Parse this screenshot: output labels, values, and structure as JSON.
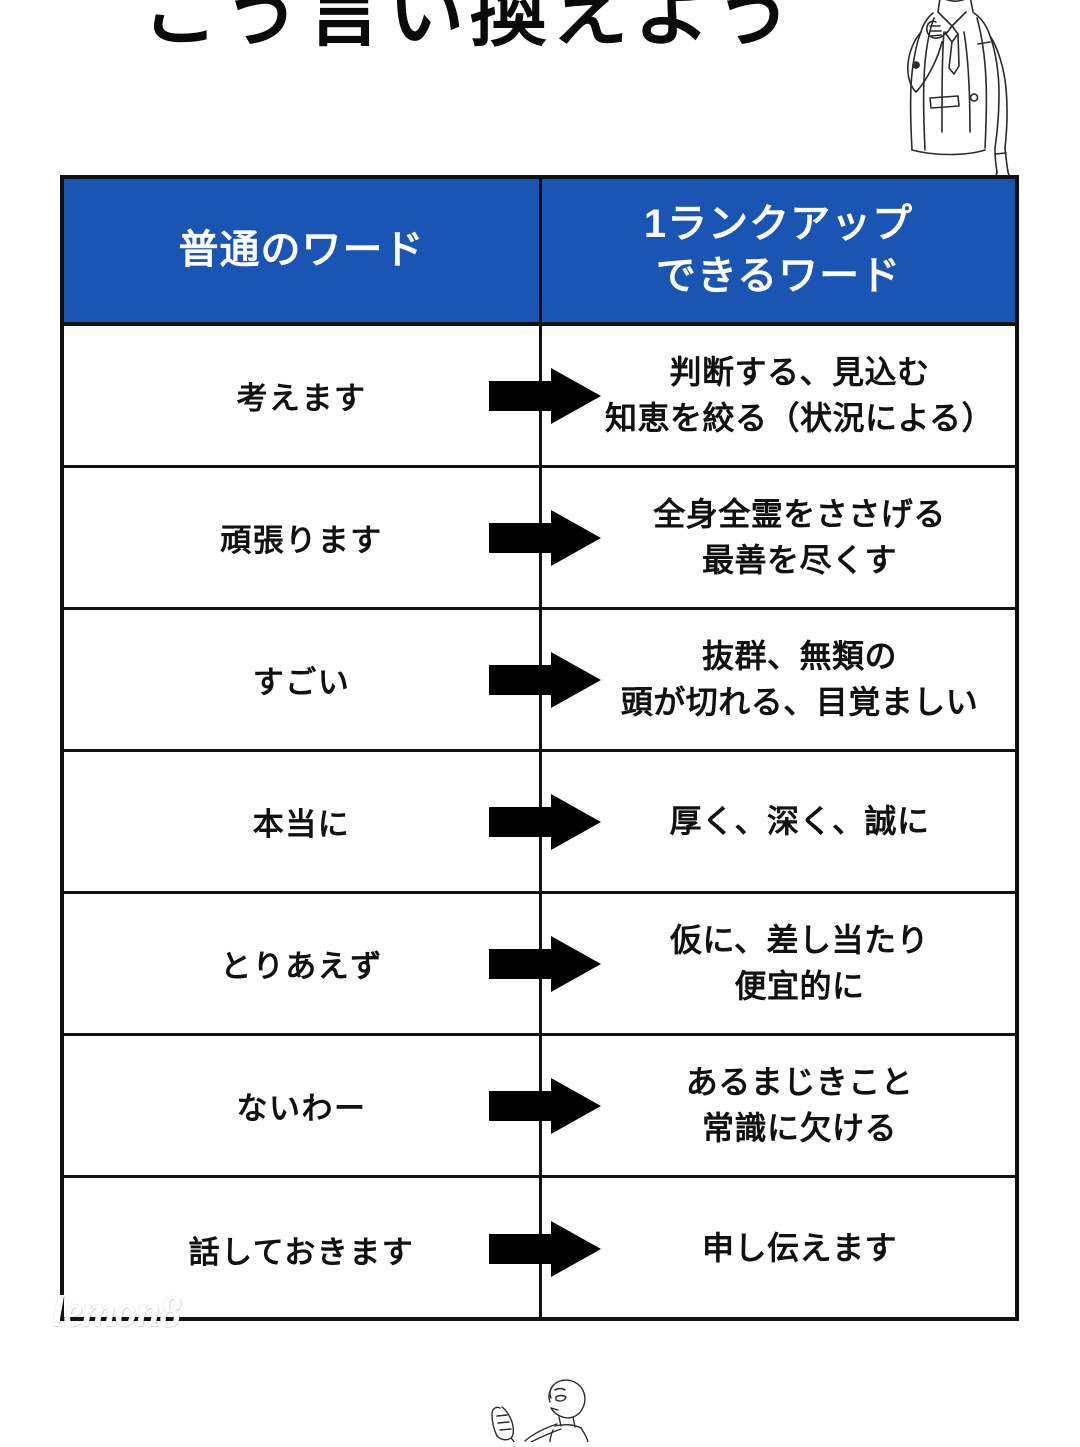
{
  "title": "こう言い換えよう",
  "table": {
    "columns": [
      {
        "label": "普通のワード"
      },
      {
        "label": "1ランクアップ\nできるワード"
      }
    ],
    "arrow_icon": "right-arrow-icon",
    "rows": [
      {
        "plain": "考えます",
        "upgraded": "判断する、見込む\n知恵を絞る（状況による）"
      },
      {
        "plain": "頑張ります",
        "upgraded": "全身全霊をささげる\n最善を尽くす"
      },
      {
        "plain": "すごい",
        "upgraded": "抜群、無類の\n頭が切れる、目覚ましい"
      },
      {
        "plain": "本当に",
        "upgraded": "厚く、深く、誠に"
      },
      {
        "plain": "とりあえず",
        "upgraded": "仮に、差し当たり\n便宜的に"
      },
      {
        "plain": "ないわー",
        "upgraded": "あるまじきこと\n常識に欠ける"
      },
      {
        "plain": "話しておきます",
        "upgraded": "申し伝えます"
      }
    ]
  },
  "watermark": "lemon8",
  "illustrations": {
    "top_right": "businessman-adjusting-tie-illustration",
    "bottom": "person-line-art-illustration"
  },
  "colors": {
    "header_blue": "#1a55b3",
    "border_black": "#111111",
    "text_black": "#111111",
    "header_text": "#ffffff",
    "background": "#ffffff"
  }
}
